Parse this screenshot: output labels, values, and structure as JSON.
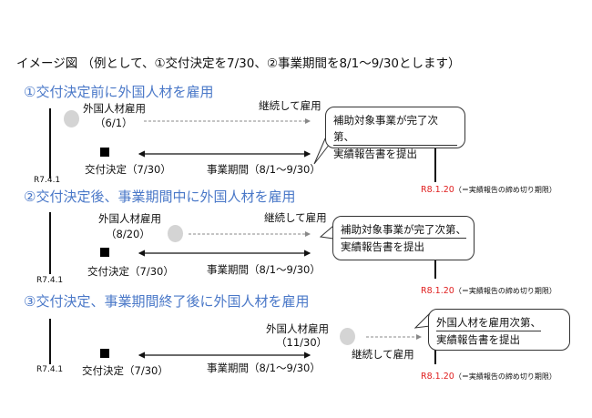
{
  "title": "イメージ図 （例として、①交付決定を7/30、②事業期間を8/1～9/30とします）",
  "sections": [
    {
      "heading": "①交付決定前に外国人材を雇用",
      "hire_label": "外国人材雇用",
      "hire_date": "（6/1）",
      "continue_label": "継続して雇用",
      "bubble_line1": "補助対象事業が完了次第、",
      "bubble_line2": "実績報告書を提出",
      "start_label": "R7.4.1",
      "decision_label": "交付決定（7/30）",
      "period_label": "事業期間（8/1～9/30）",
      "deadline_date": "R8.1.20",
      "deadline_note": "（＝実績報告の締め切り期限）"
    },
    {
      "heading": "②交付決定後、事業期間中に外国人材を雇用",
      "hire_label": "外国人材雇用",
      "hire_date": "（8/20）",
      "continue_label": "継続して雇用",
      "bubble_line1": "補助対象事業が完了次第、",
      "bubble_line2": "実績報告書を提出",
      "start_label": "R7.4.1",
      "decision_label": "交付決定（7/30）",
      "period_label": "事業期間（8/1～9/30）",
      "deadline_date": "R8.1.20",
      "deadline_note": "（＝実績報告の締め切り期限）"
    },
    {
      "heading": "③交付決定、事業期間終了後に外国人材を雇用",
      "hire_label": "外国人材雇用",
      "hire_date": "（11/30）",
      "continue_label": "継続して雇用",
      "bubble_line1": "外国人材を雇用次第、",
      "bubble_line2": "実績報告書を提出",
      "start_label": "R7.4.1",
      "decision_label": "交付決定（7/30）",
      "period_label": "事業期間（8/1～9/30）",
      "deadline_date": "R8.1.20",
      "deadline_note": "（＝実績報告の締め切り期限）"
    }
  ]
}
